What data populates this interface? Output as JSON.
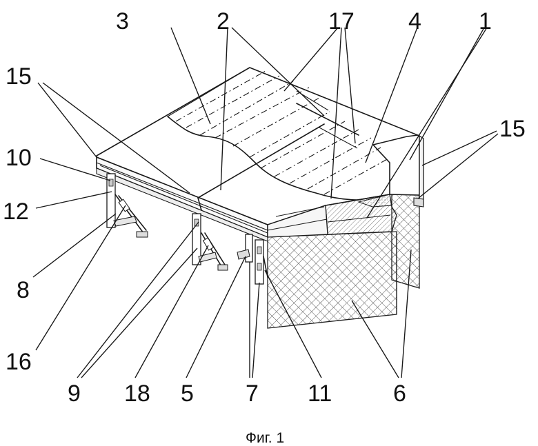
{
  "labels": {
    "l3": "3",
    "l2": "2",
    "l17": "17",
    "l4": "4",
    "l1": "1",
    "l15a": "15",
    "l15b": "15",
    "l10": "10",
    "l12": "12",
    "l8": "8",
    "l16": "16",
    "l9": "9",
    "l18": "18",
    "l5": "5",
    "l7": "7",
    "l11": "11",
    "l6": "6"
  },
  "caption": "Фиг. 1"
}
